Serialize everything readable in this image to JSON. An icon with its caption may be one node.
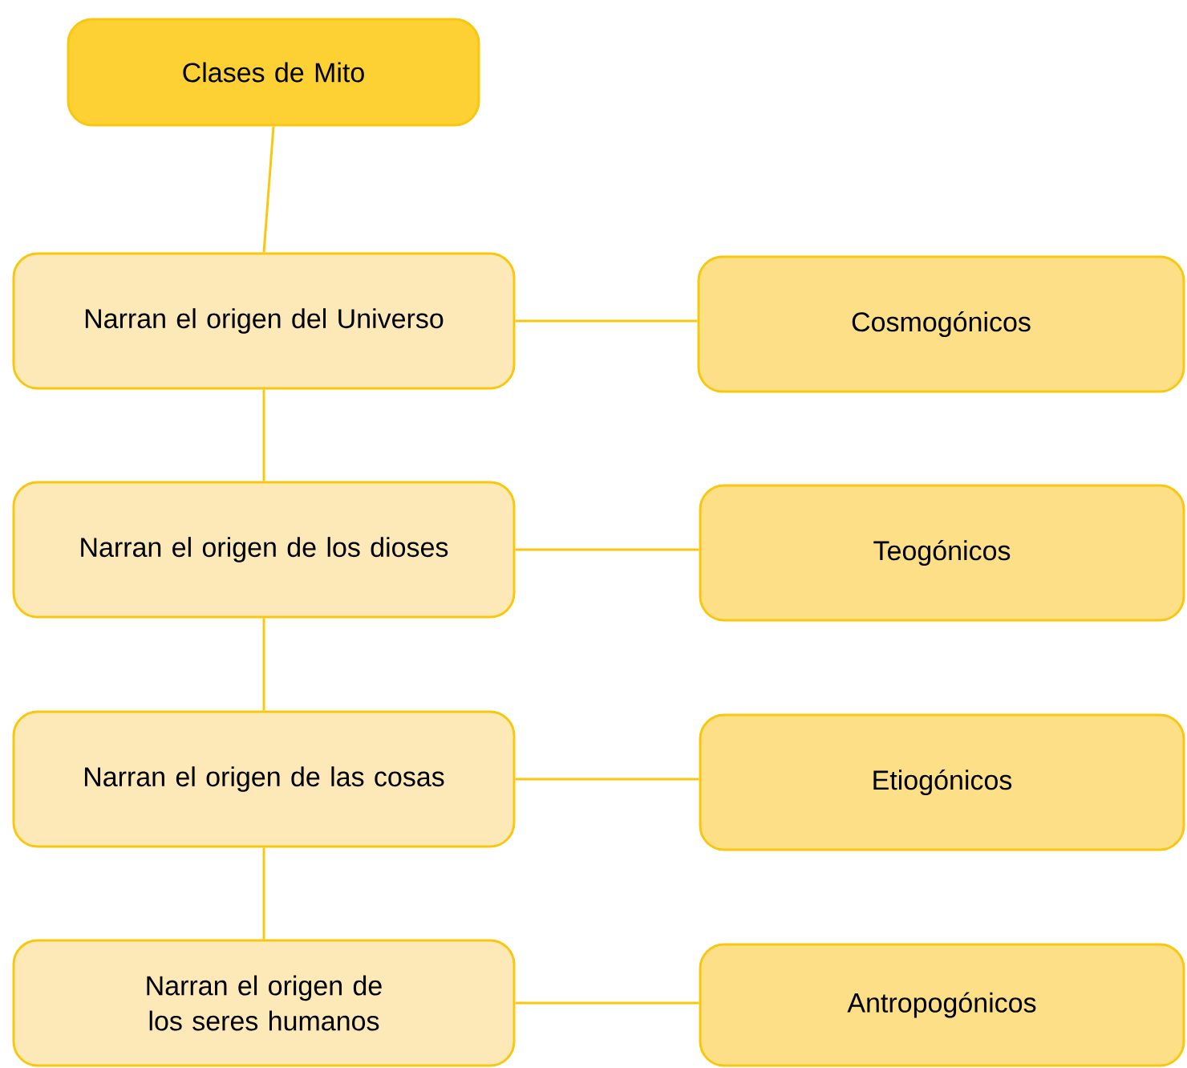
{
  "diagram": {
    "nodes": [
      {
        "text": [
          "Clases de Mito"
        ]
      },
      {
        "text": [
          "Narran el origen del Universo"
        ]
      },
      {
        "text": [
          "Cosmogónicos"
        ]
      },
      {
        "text": [
          "Narran el origen de los dioses"
        ]
      },
      {
        "text": [
          "Teogónicos"
        ]
      },
      {
        "text": [
          "Narran el origen de las cosas"
        ]
      },
      {
        "text": [
          "Etiogónicos"
        ]
      },
      {
        "text": [
          "Narran el origen de los seres humanos"
        ]
      },
      {
        "text": [
          "Antropogónicos"
        ]
      }
    ],
    "edges": [
      {
        "from": 0,
        "to": 1,
        "arrow": "none"
      },
      {
        "from": 1,
        "to": 2,
        "arrow": "none"
      },
      {
        "from": 1,
        "to": 3,
        "arrow": "none"
      },
      {
        "from": 3,
        "to": 4,
        "arrow": "none"
      },
      {
        "from": 3,
        "to": 5,
        "arrow": "none"
      },
      {
        "from": 5,
        "to": 6,
        "arrow": "none"
      },
      {
        "from": 5,
        "to": 7,
        "arrow": "none"
      },
      {
        "from": 7,
        "to": 8,
        "arrow": "none"
      }
    ]
  }
}
